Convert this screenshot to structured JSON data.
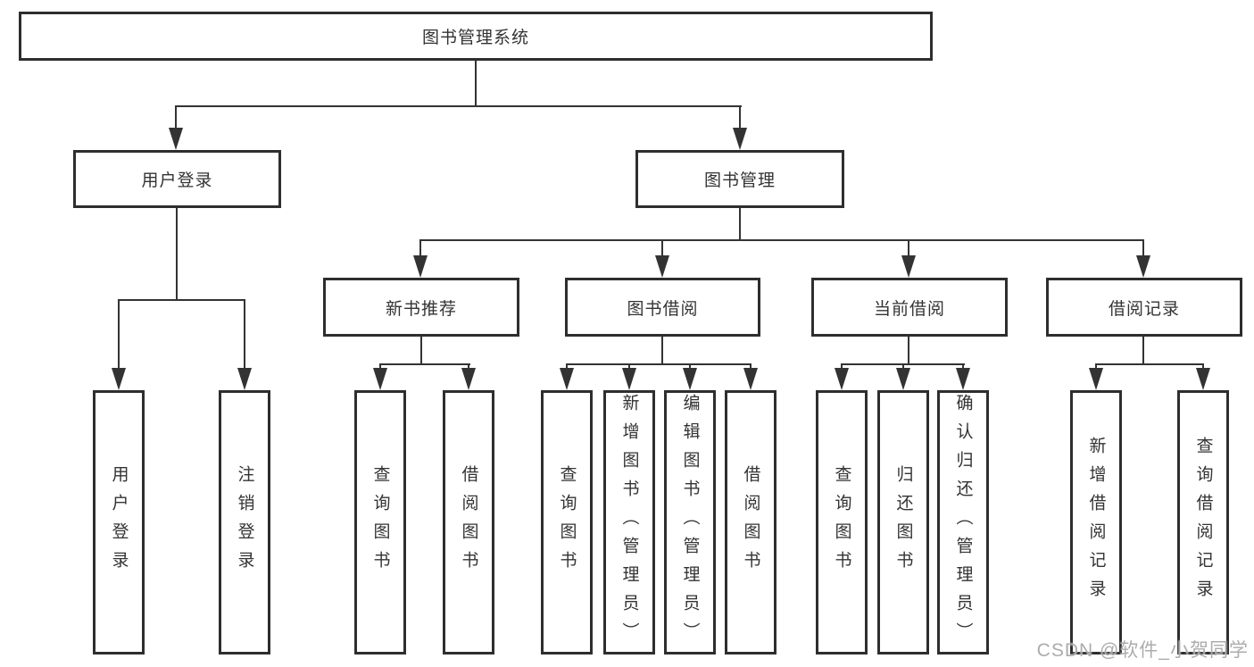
{
  "diagram_type": "hierarchy-tree",
  "colors": {
    "background": "#ffffff",
    "box_border": "#2e2e2e",
    "connector_line": "#333333",
    "text": "#333333",
    "watermark_text": "#a8a8a8"
  },
  "tree": {
    "label": "图书管理系统",
    "children": [
      {
        "label": "用户登录",
        "children": [
          {
            "label": "用户登录"
          },
          {
            "label": "注销登录"
          }
        ]
      },
      {
        "label": "图书管理",
        "children": [
          {
            "label": "新书推荐",
            "children": [
              {
                "label": "查询图书"
              },
              {
                "label": "借阅图书"
              }
            ]
          },
          {
            "label": "图书借阅",
            "children": [
              {
                "label": "查询图书"
              },
              {
                "label": "新增图书（管理员）"
              },
              {
                "label": "编辑图书（管理员）"
              },
              {
                "label": "借阅图书"
              }
            ]
          },
          {
            "label": "当前借阅",
            "children": [
              {
                "label": "查询图书"
              },
              {
                "label": "归还图书"
              },
              {
                "label": "确认归还（管理员）"
              }
            ]
          },
          {
            "label": "借阅记录",
            "children": [
              {
                "label": "新增借阅记录"
              },
              {
                "label": "查询借阅记录"
              }
            ]
          }
        ]
      }
    ]
  },
  "watermark": {
    "text": "CSDN @软件_小贺同学"
  }
}
